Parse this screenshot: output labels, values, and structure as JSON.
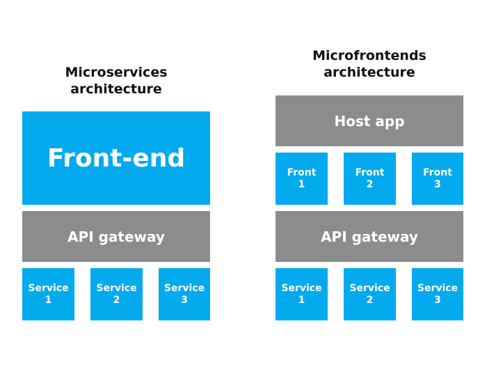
{
  "left": {
    "title": "Microservices\narchitecture",
    "frontend": "Front-end",
    "gateway": "API gateway",
    "services": [
      "Service\n1",
      "Service\n2",
      "Service\n3"
    ]
  },
  "right": {
    "title": "Microfrontends\narchitecture",
    "host": "Host app",
    "fronts": [
      "Front\n1",
      "Front\n2",
      "Front\n3"
    ],
    "gateway": "API gateway",
    "services": [
      "Service\n1",
      "Service\n2",
      "Service\n3"
    ]
  },
  "colors": {
    "blue": "#03aaee",
    "gray": "#8c8c8c"
  }
}
